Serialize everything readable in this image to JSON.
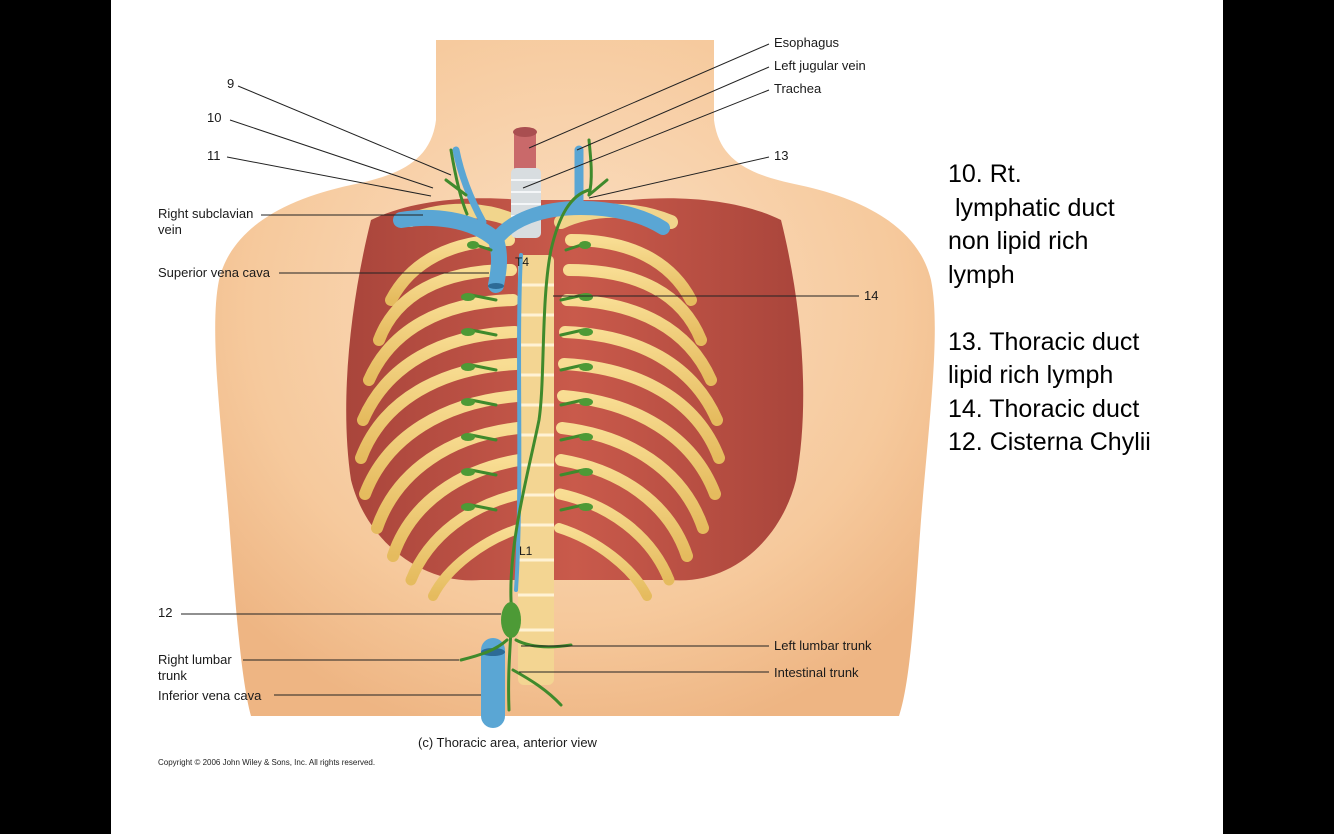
{
  "labels": {
    "esophagus": "Esophagus",
    "left_jugular_vein": "Left jugular vein",
    "trachea": "Trachea",
    "n9": "9",
    "n10": "10",
    "n11": "11",
    "n13": "13",
    "n14": "14",
    "n12": "12",
    "right_subclavian_vein": "Right subclavian vein",
    "superior_vena_cava": "Superior vena cava",
    "t4": "T4",
    "l1": "L1",
    "left_lumbar_trunk": "Left lumbar trunk",
    "intestinal_trunk": "Intestinal trunk",
    "right_lumbar_trunk": "Right lumbar trunk",
    "inferior_vena_cava": "Inferior vena cava"
  },
  "caption": "(c)  Thoracic area, anterior view",
  "copyright": "Copyright © 2006 John Wiley & Sons, Inc.  All rights reserved.",
  "notes": [
    "10. Rt.",
    " lymphatic duct",
    "non lipid rich",
    "lymph",
    "",
    "13. Thoracic duct",
    "lipid rich lymph",
    "14. Thoracic duct",
    "12. Cisterna Chylii"
  ],
  "colors": {
    "skin": "#f5c79a",
    "muscle": "#b8483e",
    "bone": "#f0cf7a",
    "vein": "#5aa6d4",
    "lymph": "#3f8a2c"
  }
}
